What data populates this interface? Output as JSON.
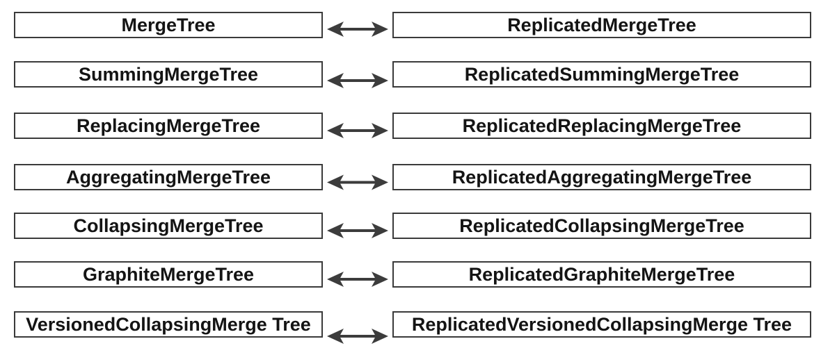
{
  "colors": {
    "border": "#3a3a3a",
    "arrow": "#3c3c3c",
    "text": "#141414",
    "background": "#ffffff"
  },
  "rows": [
    {
      "left": "MergeTree",
      "right": "ReplicatedMergeTree",
      "arrow": "bidirectional-arrow"
    },
    {
      "left": "SummingMergeTree",
      "right": "ReplicatedSummingMergeTree",
      "arrow": "bidirectional-arrow"
    },
    {
      "left": "ReplacingMergeTree",
      "right": "ReplicatedReplacingMergeTree",
      "arrow": "bidirectional-arrow"
    },
    {
      "left": "AggregatingMergeTree",
      "right": "ReplicatedAggregatingMergeTree",
      "arrow": "bidirectional-arrow"
    },
    {
      "left": "CollapsingMergeTree",
      "right": "ReplicatedCollapsingMergeTree",
      "arrow": "bidirectional-arrow"
    },
    {
      "left": "GraphiteMergeTree",
      "right": "ReplicatedGraphiteMergeTree",
      "arrow": "bidirectional-arrow"
    },
    {
      "left": "VersionedCollapsingMerge Tree",
      "right": "ReplicatedVersionedCollapsingMerge Tree",
      "arrow": "bidirectional-arrow"
    }
  ]
}
